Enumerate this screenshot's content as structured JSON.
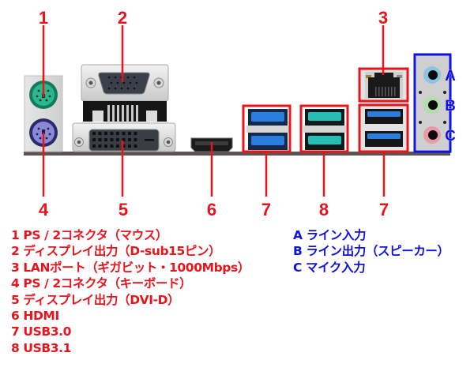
{
  "colors": {
    "callout_red": "#e8141b",
    "callout_blue": "#1010e0",
    "ps2_mouse": "#1fa57f",
    "ps2_keyboard": "#7a78c8",
    "usb30_blue": "#1f74d0",
    "usb31_teal": "#22b8b0",
    "audio_line_in": "#8cc4e6",
    "audio_line_out": "#b6dcae",
    "audio_mic": "#e89aa6"
  },
  "callouts": {
    "top": [
      "1",
      "2",
      "3"
    ],
    "bottom": [
      "4",
      "5",
      "6",
      "7",
      "8",
      "7"
    ],
    "audio": [
      "A",
      "B",
      "C"
    ]
  },
  "legend_ports": [
    {
      "key": "1",
      "text": "PS / 2コネクタ（マウス）"
    },
    {
      "key": "2",
      "text": "ディスプレイ出力（D-sub15ピン）"
    },
    {
      "key": "3",
      "text": "LANポート（ギガビット・1000Mbps）"
    },
    {
      "key": "4",
      "text": "PS / 2コネクタ（キーボード）"
    },
    {
      "key": "5",
      "text": "ディスプレイ出力（DVI-D）"
    },
    {
      "key": "6",
      "text": "HDMI"
    },
    {
      "key": "7",
      "text": "USB3.0"
    },
    {
      "key": "8",
      "text": "USB3.1"
    }
  ],
  "legend_audio": [
    {
      "key": "A",
      "text": "ライン入力"
    },
    {
      "key": "B",
      "text": "ライン出力（スピーカー）"
    },
    {
      "key": "C",
      "text": "マイク入力"
    }
  ]
}
